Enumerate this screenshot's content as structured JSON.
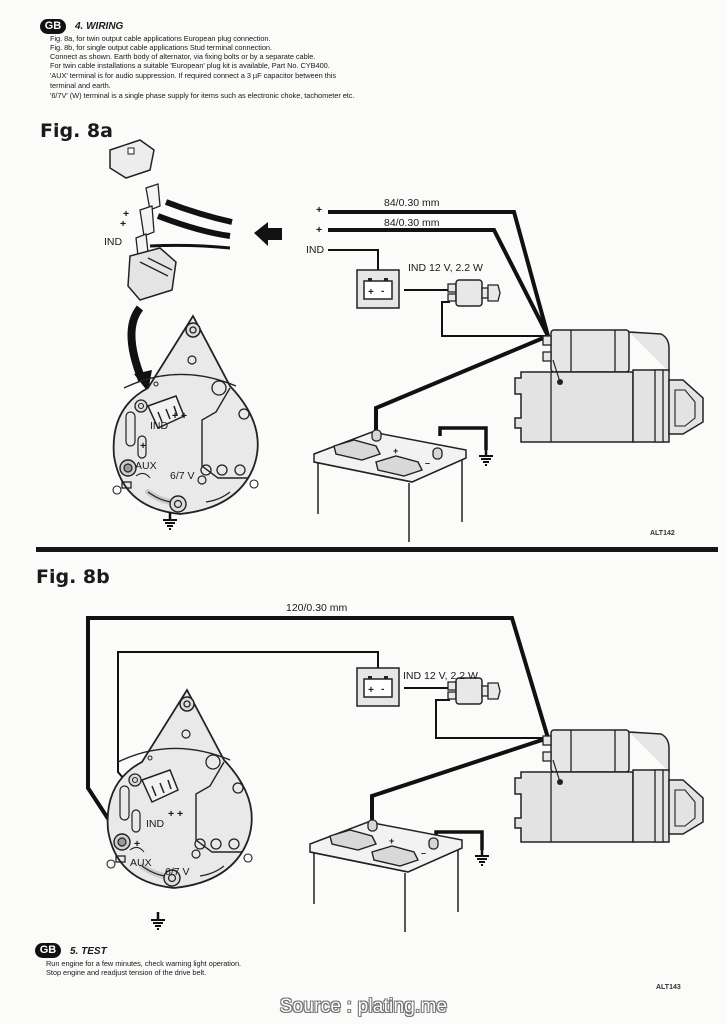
{
  "section_wiring": {
    "badge": "GB",
    "title": "4.  WIRING",
    "lines": [
      "Fig. 8a, for twin output cable applications European plug connection.",
      "Fig. 8b, for single output cable applications Stud terminal connection.",
      "Connect as shown.  Earth body of alternator, via fixing bolts or by a separate cable.",
      "For twin cable installations a suitable 'European' plug kit is available, Part No. CYB400.",
      "'AUX' terminal is for audio suppression.  If required connect a 3 µF capacitor between this",
      "terminal and earth.",
      "'6/7V' (W) terminal is a single phase supply for items such as electronic choke, tachometer etc."
    ]
  },
  "fig8a": {
    "title": "Fig. 8a",
    "plug_labels": {
      "plus1": "+",
      "plus2": "+",
      "ind": "IND"
    },
    "wire_labels": {
      "plus1": "+",
      "plus2": "+",
      "ind": "IND",
      "cable1": "84/0.30 mm",
      "cable2": "84/0.30 mm"
    },
    "lamp_label": "IND 12 V, 2.2 W",
    "alternator_labels": {
      "ind": "IND",
      "plus_plus": "+ +",
      "plus": "+",
      "aux": "AUX",
      "phase": "6/7 V"
    },
    "battery_labels": {
      "plus": "+",
      "minus": "–"
    },
    "ref": "ALT142"
  },
  "fig8b": {
    "title": "Fig. 8b",
    "cable_label": "120/0.30 mm",
    "lamp_label": "IND 12 V, 2.2 W",
    "alternator_labels": {
      "ind": "IND",
      "plus_plus": "+ +",
      "plus": "+",
      "aux": "AUX",
      "phase": "6/7 V"
    },
    "battery_labels": {
      "plus": "+",
      "minus": "–"
    },
    "ref": "ALT143"
  },
  "section_test": {
    "badge": "GB",
    "title": "5.  TEST",
    "lines": [
      "Run engine for a few minutes, check warning light operation.",
      "Stop engine and readjust tension of the drive belt."
    ]
  },
  "watermark": "Source : plating.me"
}
